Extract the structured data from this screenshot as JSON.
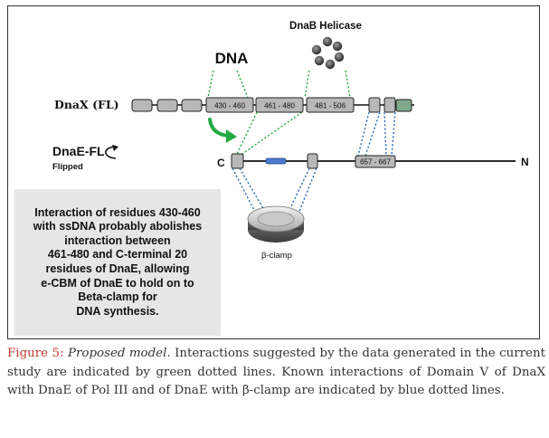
{
  "diagram": {
    "dna_label": "DNA",
    "helicase_label": "DnaB Helicase",
    "dnax_label": "DnaX (FL)",
    "dnax_segments": [
      "430 - 460",
      "461 - 480",
      "481 - 506"
    ],
    "dnae_label": "DnaE-FL",
    "flipped_label": "Flipped",
    "dnae_c_label": "C",
    "dnae_n_label": "N",
    "dnae_segment": "657 - 667",
    "clamp_label": "β-clamp",
    "colors": {
      "green_interaction": "#2eaa4a",
      "blue_interaction": "#2e6fb8",
      "arrow": "#22aa44",
      "domain_fill": "#b8b8b8",
      "end_domain_fill": "#7fa88c"
    },
    "note_lines": [
      "Interaction of residues 430-460",
      "with ssDNA probably  abolishes",
      "interaction  between",
      "461-480 and C-terminal  20",
      "residues of DnaE, allowing",
      "e-CBM of DnaE to hold on to",
      "Beta-clamp for",
      "DNA synthesis."
    ]
  },
  "caption": {
    "label": "Figure 5:",
    "title": "Proposed model",
    "text": ". Interactions suggested by the data generated in the current study are indicated by green dotted lines. Known interactions of Domain V of DnaX with DnaE of Pol III and of DnaE with β-clamp are indicated by blue dotted lines."
  }
}
